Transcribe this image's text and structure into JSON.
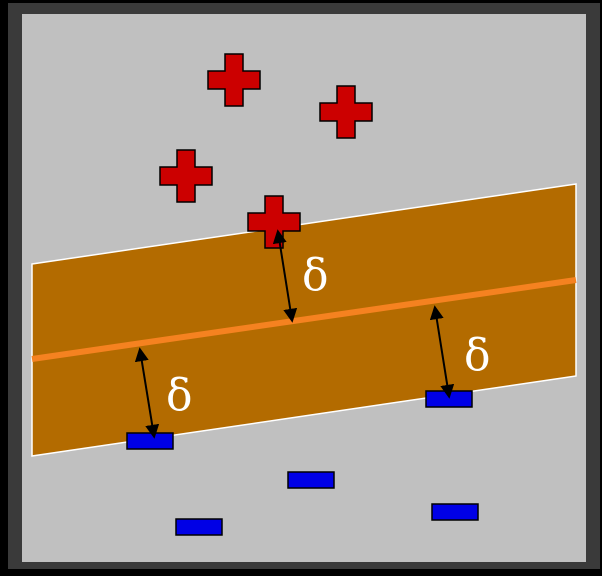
{
  "diagram": {
    "margin_symbol": "δ",
    "colors": {
      "outer_background": "#000000",
      "frame": "#3a3a3a",
      "panel_background": "#c0c0c0",
      "margin_band": "#b36b00",
      "decision_line": "#f58220",
      "positive_class": "#cc0000",
      "negative_class": "#0000e6",
      "arrow": "#000000",
      "label_text": "#ffffff"
    },
    "positive_count": 4,
    "negative_count": 5
  }
}
